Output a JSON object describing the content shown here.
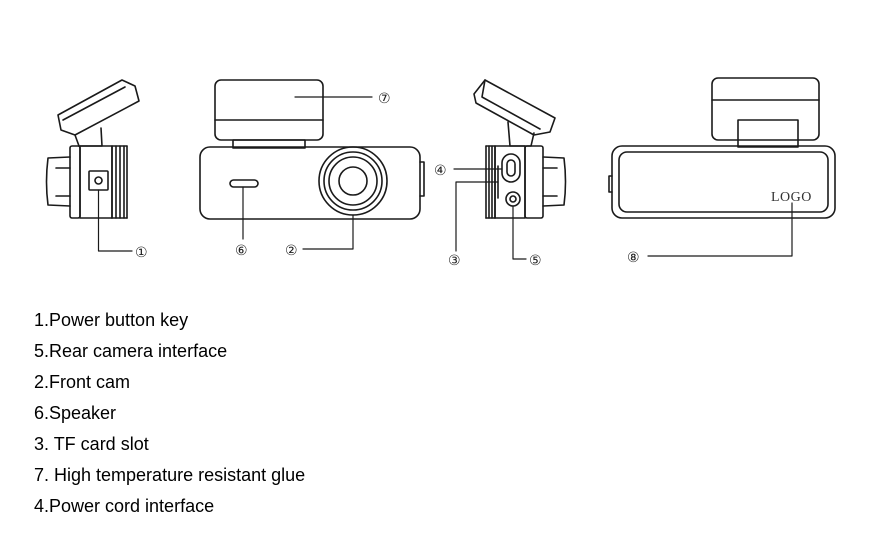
{
  "diagram": {
    "callouts": [
      "①",
      "②",
      "③",
      "④",
      "⑤",
      "⑥",
      "⑦",
      "⑧"
    ],
    "logo_text": "LOGO"
  },
  "legend": [
    "1.Power button key",
    "5.Rear camera interface",
    "2.Front cam",
    "6.Speaker",
    "3. TF card slot",
    "7. High temperature resistant glue",
    "4.Power cord interface"
  ]
}
